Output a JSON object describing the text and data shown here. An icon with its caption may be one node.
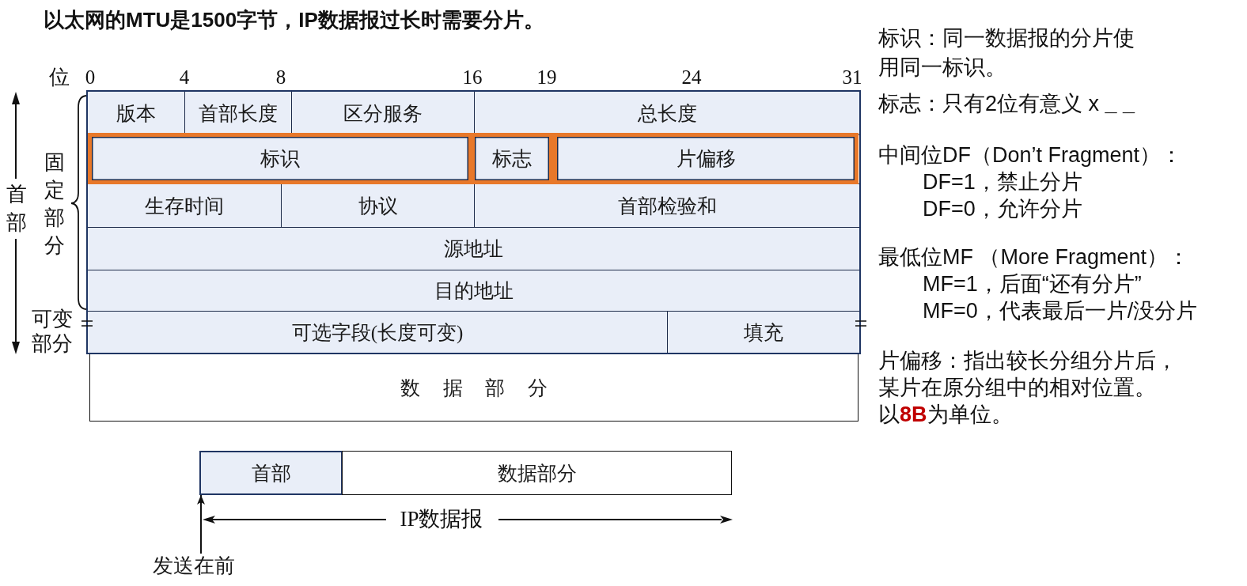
{
  "diagram": {
    "title": "以太网的MTU是1500字节，IP数据报过长时需要分片。",
    "nodes": [
      {
        "text": [
          "版本"
        ]
      },
      {
        "text": [
          "首部长度"
        ]
      },
      {
        "text": [
          "区分服务"
        ]
      },
      {
        "text": [
          "总长度"
        ]
      },
      {
        "text": [
          "标识"
        ]
      },
      {
        "text": [
          "标志"
        ]
      },
      {
        "text": [
          "片偏移"
        ]
      },
      {
        "text": [
          "生存时间"
        ]
      },
      {
        "text": [
          "协议"
        ]
      },
      {
        "text": [
          "首部检验和"
        ]
      },
      {
        "text": [
          "源地址"
        ]
      },
      {
        "text": [
          "目的地址"
        ]
      },
      {
        "text": [
          "可选字段(长度可变)"
        ]
      },
      {
        "text": [
          "填充"
        ]
      },
      {
        "text": [
          "数 据 部 分"
        ]
      },
      {
        "text": [
          "首部"
        ]
      },
      {
        "text": [
          "数据部分"
        ]
      },
      {
        "text": [
          "发送在前"
        ]
      }
    ],
    "edges": [
      {
        "from": 17,
        "to": 15,
        "arrow": "to"
      }
    ],
    "labels": [
      "位",
      "0",
      "4",
      "8",
      "16",
      "19",
      "24",
      "31",
      "首部",
      "固定部分",
      "可变部分",
      "IP数据报",
      "标识：同一数据报的分片使用同一标识。",
      "标志：只有2位有意义 x **_ _**",
      "中间位DF（Don’t Fragment）：",
      "DF=1，禁止分片",
      "DF=0，允许分片",
      "最低位MF （More Fragment）：",
      "MF=1，后面“还有分片”",
      "MF=0，代表最后一片/没分片",
      "片偏移：指出较长分组分片后，某片在原分组中的相对位置。",
      "以**8B**为单位。"
    ]
  }
}
